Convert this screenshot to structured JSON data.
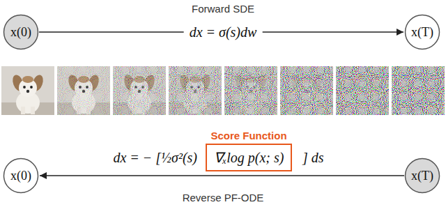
{
  "diagram": {
    "nodes": [
      {
        "text": [
          "x(0)"
        ]
      },
      {
        "text": [
          "x(T)"
        ]
      },
      {
        "text": [
          "Score Function",
          "∇ₓlog p(x; s)"
        ]
      },
      {
        "text": [
          "x(0)"
        ]
      },
      {
        "text": [
          "x(T)"
        ]
      }
    ],
    "edges": [
      {
        "from": 0,
        "to": 1,
        "arrow": "to",
        "label": "dx = σ(s)dw"
      },
      {
        "from": 4,
        "to": 3,
        "arrow": "to"
      }
    ],
    "labels": [
      "Forward SDE",
      "dx = − [½σ²(s)",
      "] ds",
      "Reverse PF-ODE"
    ]
  }
}
